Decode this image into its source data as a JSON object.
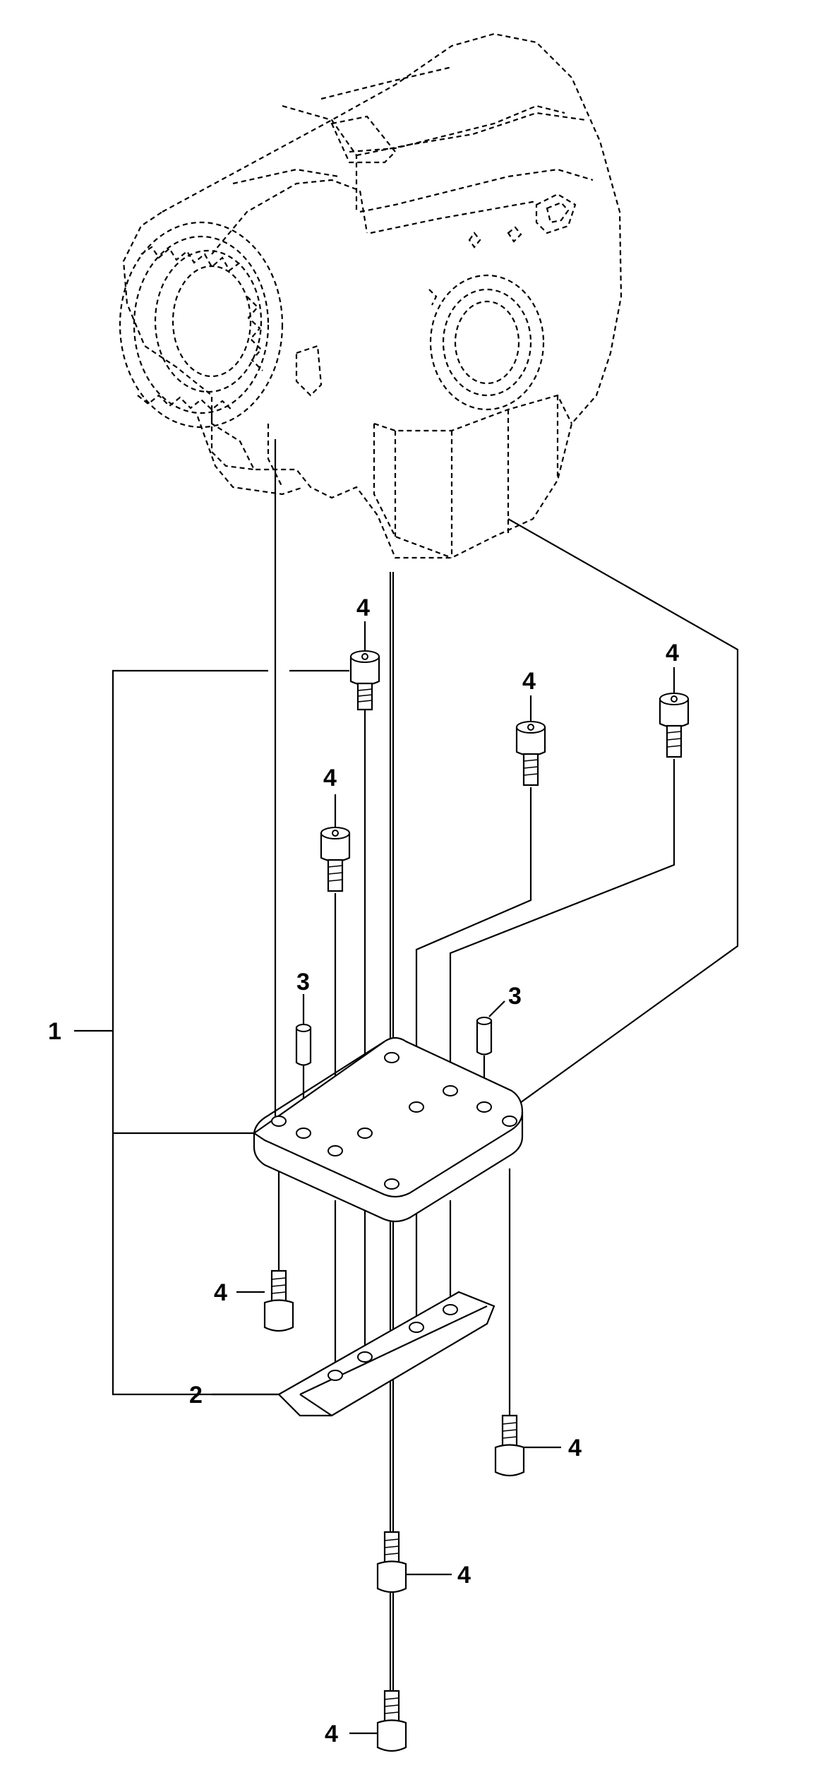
{
  "diagram": {
    "callouts": {
      "c1": "1",
      "c2": "2",
      "c3a": "3",
      "c3b": "3",
      "c4a": "4",
      "c4b": "4",
      "c4c": "4",
      "c4d": "4",
      "c4e": "4",
      "c4f": "4",
      "c4g": "4",
      "c4h": "4"
    }
  }
}
